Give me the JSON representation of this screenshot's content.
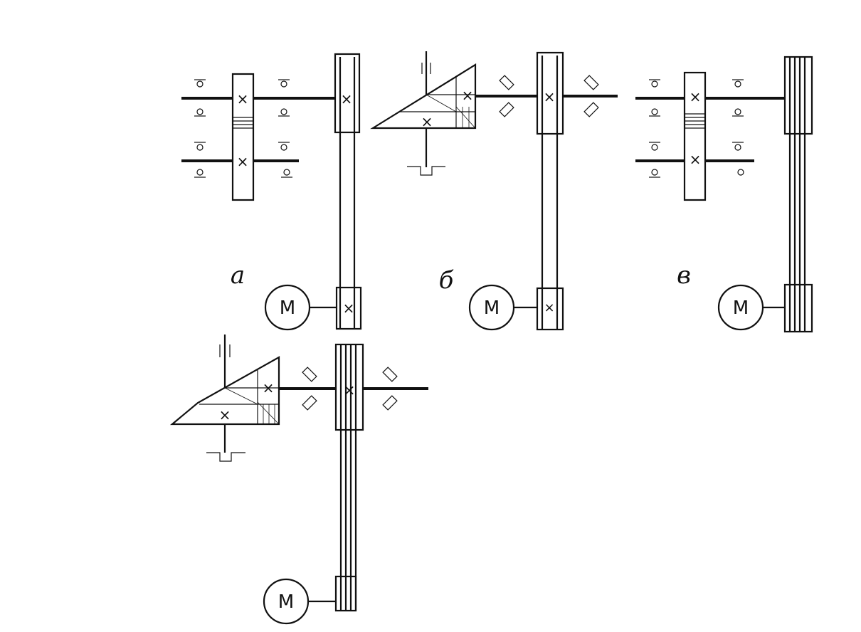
{
  "variants": [
    {
      "label": "а",
      "motor": "М"
    },
    {
      "label": "б",
      "motor": "М"
    },
    {
      "label": "в",
      "motor": "М"
    },
    {
      "label": "",
      "motor": "М"
    }
  ]
}
